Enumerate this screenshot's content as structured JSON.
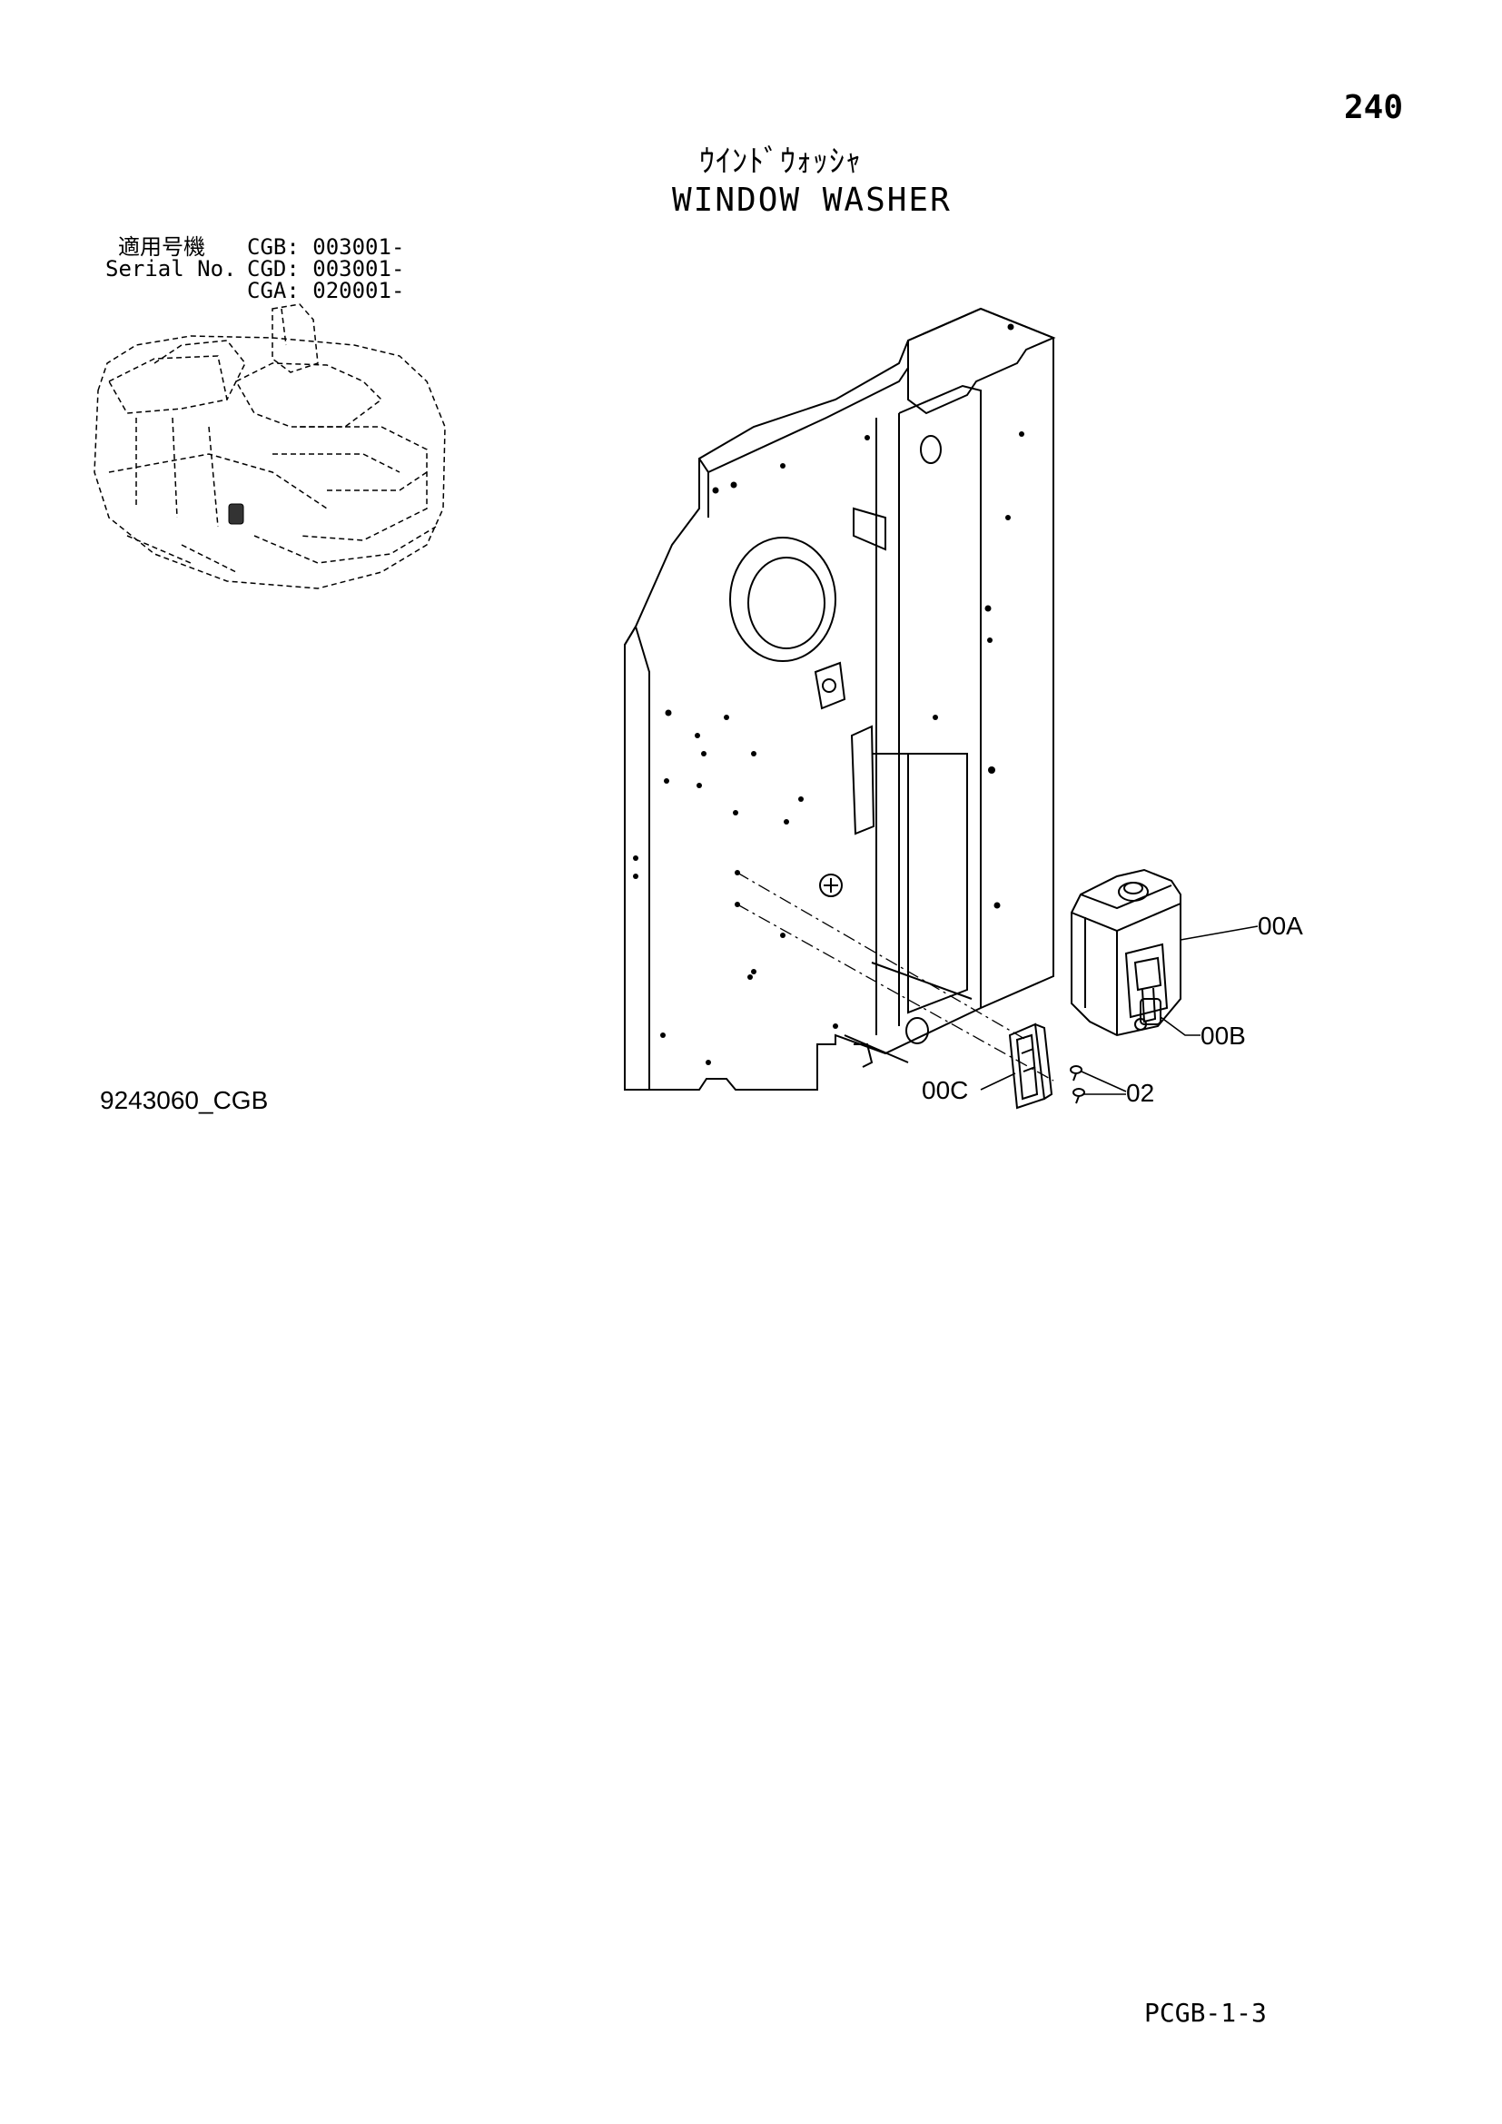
{
  "page": {
    "number": "240",
    "title_jp": "ｳｲﾝﾄﾞｳｫｯｼｬ",
    "title_en": "WINDOW WASHER",
    "page_code": "PCGB-1-3",
    "drawing_number": "9243060_CGB"
  },
  "serial": {
    "label_jp": "適用号機",
    "label_en": "Serial No.",
    "entries": [
      "CGB: 003001-",
      "CGD: 003001-",
      "CGA: 020001-"
    ]
  },
  "callouts": {
    "a": "00A",
    "b": "00B",
    "c": "00C",
    "d": "02"
  },
  "colors": {
    "ink": "#000000",
    "paper": "#ffffff"
  }
}
